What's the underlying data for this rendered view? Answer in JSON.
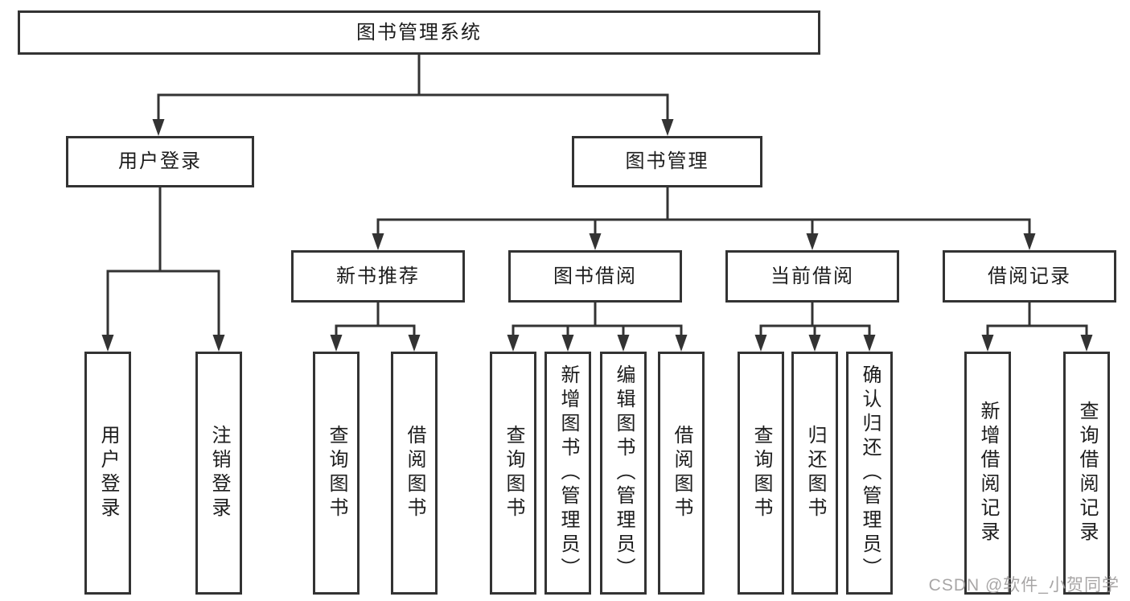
{
  "diagram_title": "图书管理系统",
  "watermark": "CSDN @软件_小贺同学",
  "colors": {
    "line": "#333333",
    "box_border": "#333333",
    "text": "#1c1c1c",
    "watermark": "#9e9c9c",
    "background": "#ffffff"
  },
  "tree": {
    "label": "图书管理系统",
    "children": [
      {
        "label": "用户登录",
        "children": [
          {
            "label": "用户登录"
          },
          {
            "label": "注销登录"
          }
        ]
      },
      {
        "label": "图书管理",
        "children": [
          {
            "label": "新书推荐",
            "children": [
              {
                "label": "查询图书"
              },
              {
                "label": "借阅图书"
              }
            ]
          },
          {
            "label": "图书借阅",
            "children": [
              {
                "label": "查询图书"
              },
              {
                "label": "新增图书（管理员）"
              },
              {
                "label": "编辑图书（管理员）"
              },
              {
                "label": "借阅图书"
              }
            ]
          },
          {
            "label": "当前借阅",
            "children": [
              {
                "label": "查询图书"
              },
              {
                "label": "归还图书"
              },
              {
                "label": "确认归还（管理员）"
              }
            ]
          },
          {
            "label": "借阅记录",
            "children": [
              {
                "label": "新增借阅记录"
              },
              {
                "label": "查询借阅记录"
              }
            ]
          }
        ]
      }
    ]
  }
}
